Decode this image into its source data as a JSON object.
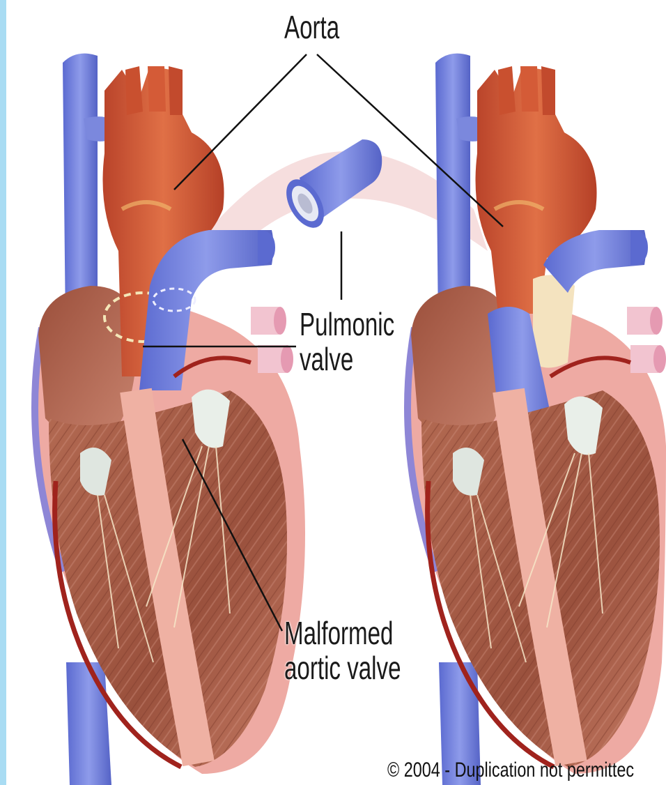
{
  "labels": {
    "aorta": "Aorta",
    "pulmonic_line1": "Pulmonic",
    "pulmonic_line2": "valve",
    "malformed_line1": "Malformed",
    "malformed_line2": "aortic valve"
  },
  "credit": "© 2004 - Duplication not permittec",
  "colors": {
    "vein_blue": "#6f7fd8",
    "artery_red": "#d25a33",
    "muscle_brown": "#a05a45",
    "tissue_pink": "#eeaaa3",
    "edge_blue": "#a9dcf3"
  },
  "icons": {
    "left_figure": "heart-before-surgery-icon",
    "right_figure": "heart-after-surgery-icon",
    "valve_graft": "pulmonic-valve-graft-icon"
  }
}
